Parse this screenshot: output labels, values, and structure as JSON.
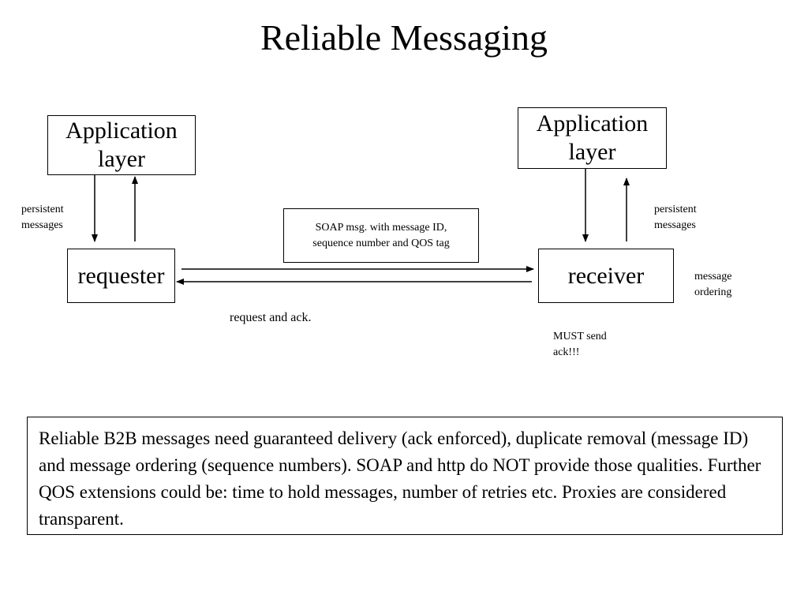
{
  "title": "Reliable Messaging",
  "left": {
    "app_line1": "Application",
    "app_line2": "layer",
    "node": "requester",
    "side_line1": "persistent",
    "side_line2": "messages"
  },
  "right": {
    "app_line1": "Application",
    "app_line2": "layer",
    "node": "receiver",
    "side_line1": "persistent",
    "side_line2": "messages",
    "ordering_line1": "message",
    "ordering_line2": "ordering",
    "must_line1": "MUST send",
    "must_line2": "ack!!!"
  },
  "soap_line1": "SOAP msg. with message ID,",
  "soap_line2": "sequence number and QOS tag",
  "request_label": "request and ack.",
  "note": "Reliable B2B messages need guaranteed delivery (ack enforced), duplicate removal (message ID) and message ordering (sequence numbers). SOAP and http do NOT provide those qualities. Further QOS extensions could be: time to hold messages, number of retries etc. Proxies are considered transparent."
}
